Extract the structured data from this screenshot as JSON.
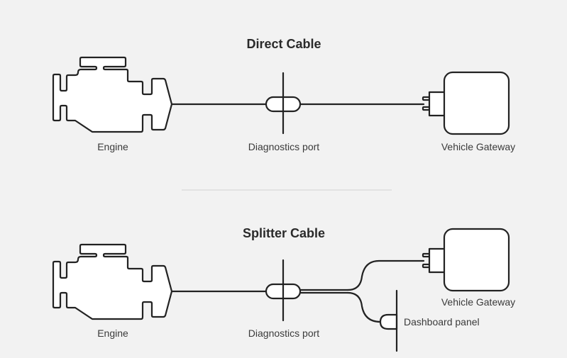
{
  "diagrams": [
    {
      "title": "Direct Cable",
      "labels": {
        "engine": "Engine",
        "port": "Diagnostics port",
        "gateway": "Vehicle Gateway"
      }
    },
    {
      "title": "Splitter Cable",
      "labels": {
        "engine": "Engine",
        "port": "Diagnostics port",
        "gateway": "Vehicle Gateway",
        "dashboard": "Dashboard panel"
      }
    }
  ],
  "colors": {
    "background": "#f2f2f2",
    "line": "#222222",
    "fill": "#ffffff",
    "divider": "#dddddd"
  }
}
